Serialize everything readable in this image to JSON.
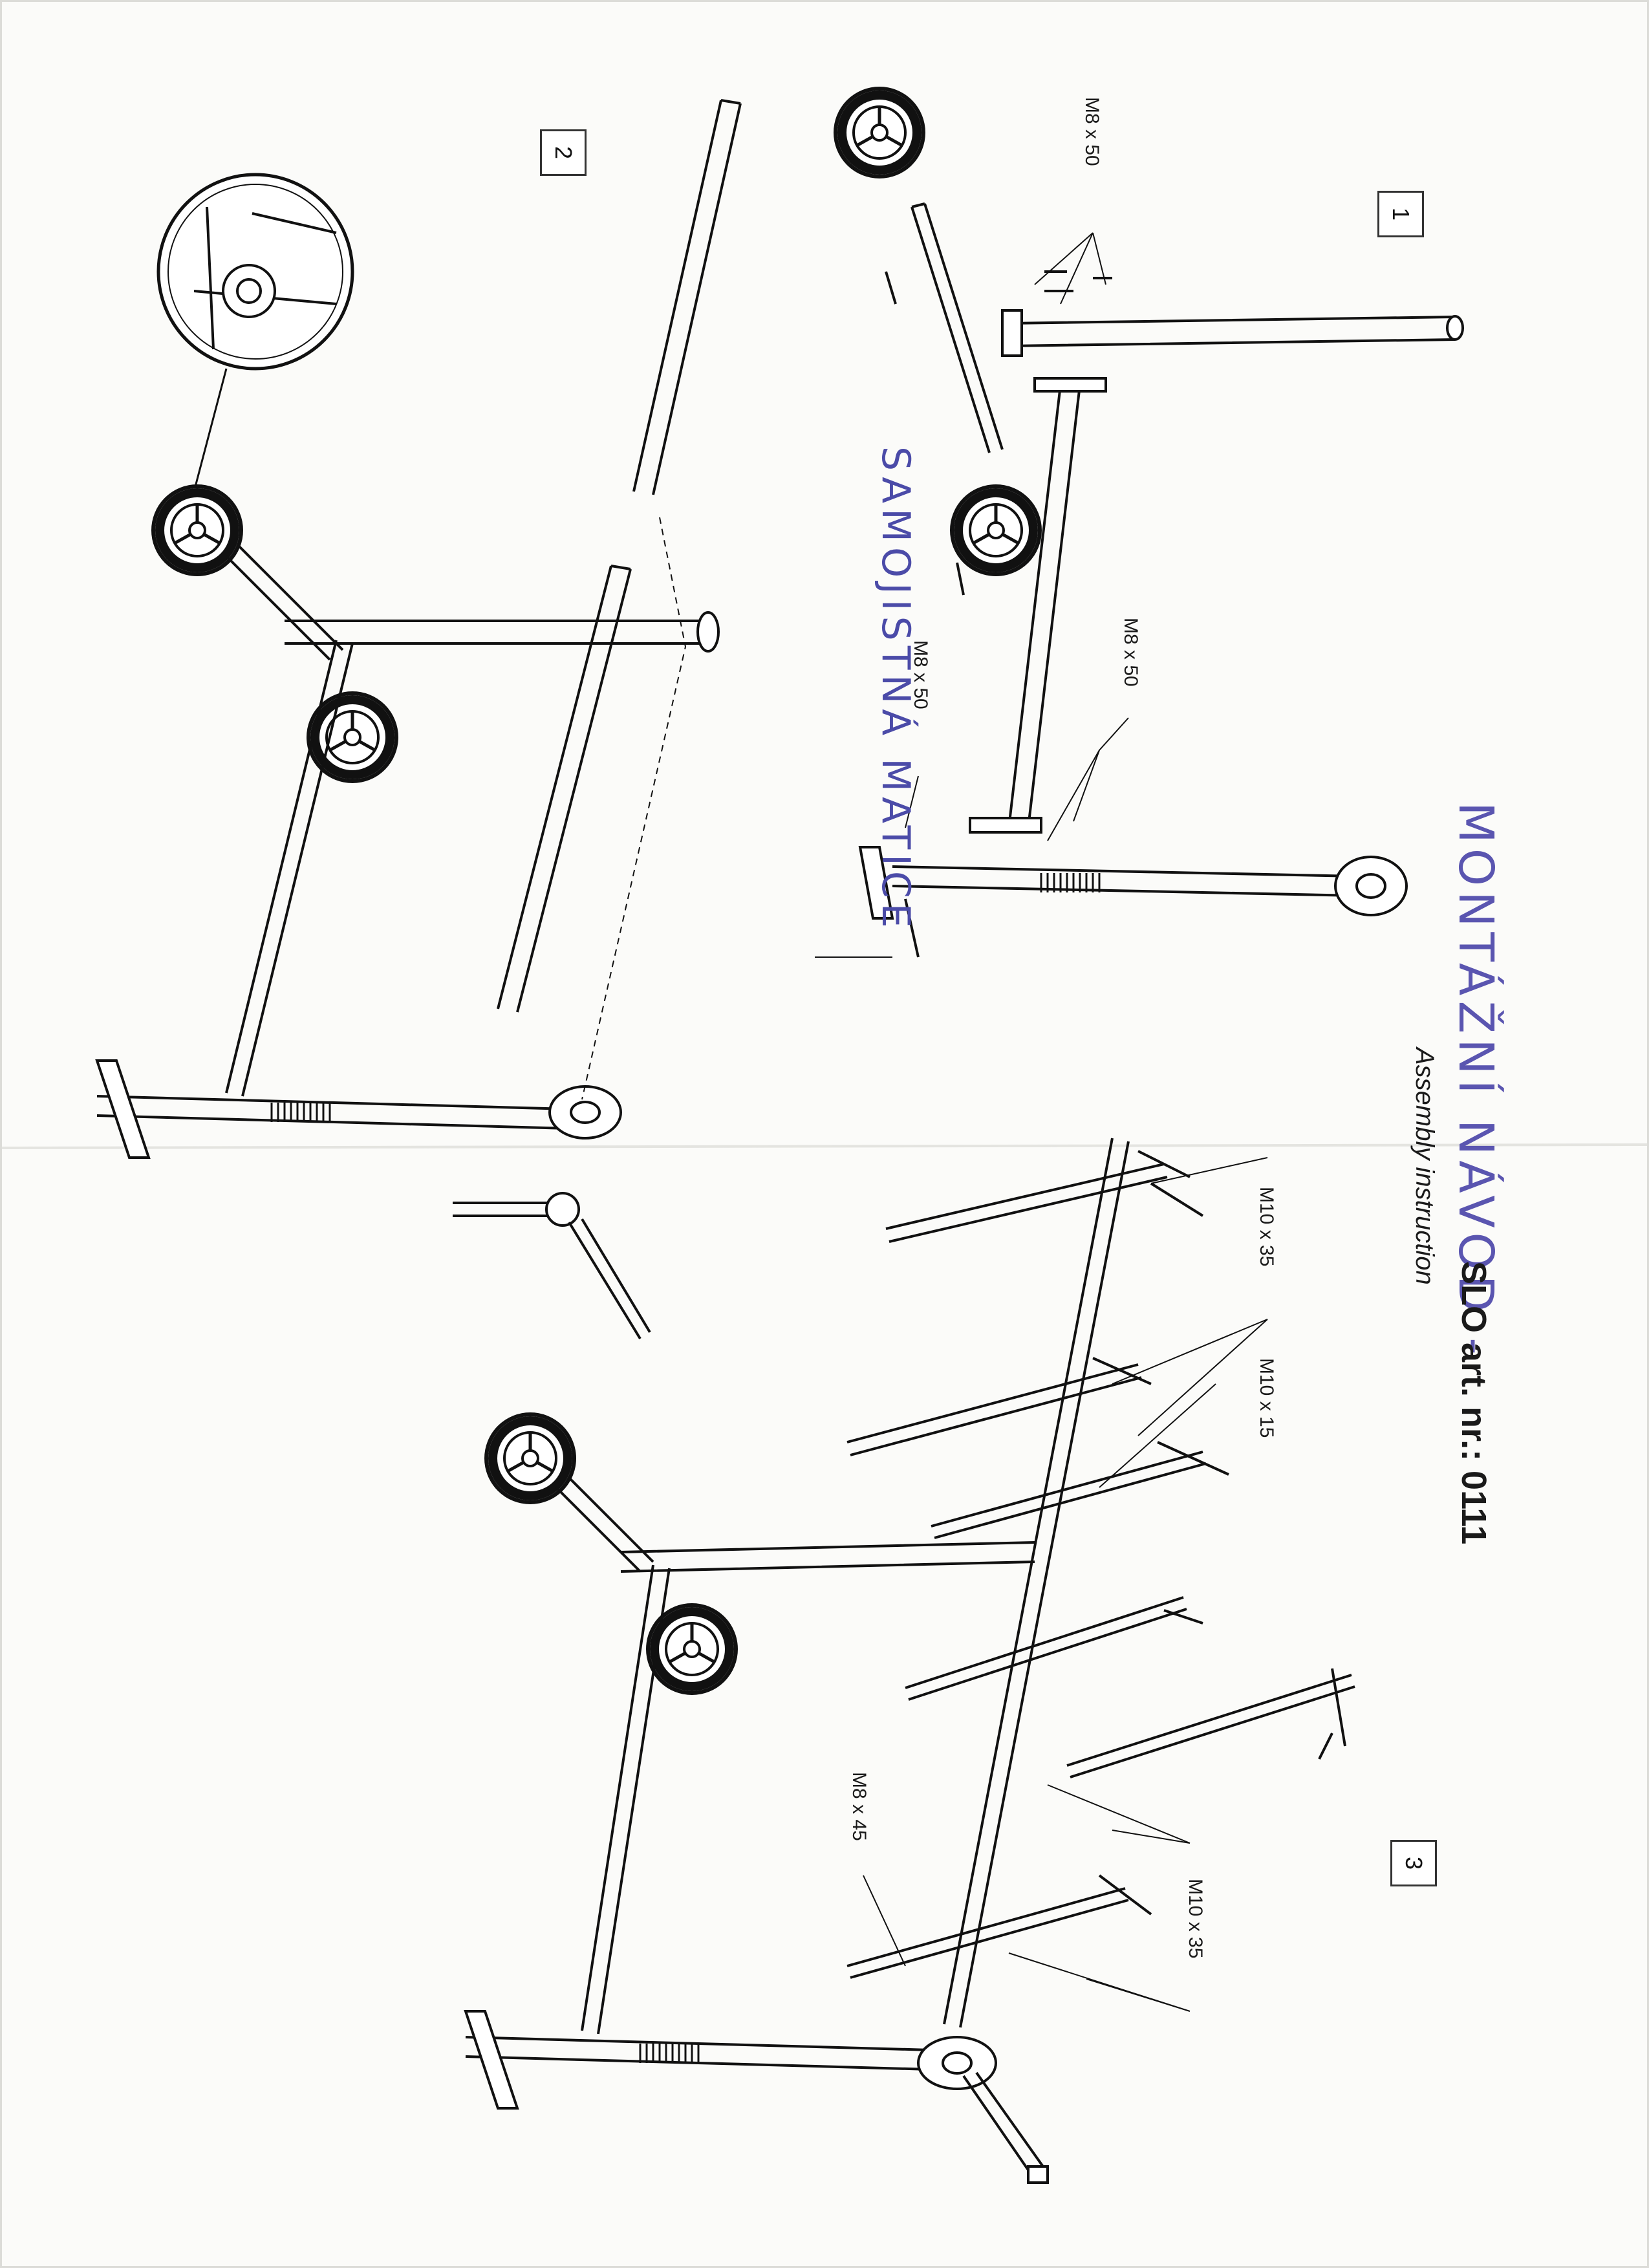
{
  "handwritten": {
    "title": "MONTÁŽNÍ NÁVOD -",
    "note": "SAMOJISTNÁ MATICE"
  },
  "header": {
    "article": "SLO art. nr.: 0111",
    "subtitle": "Assembly instruction"
  },
  "steps": [
    {
      "number": "1"
    },
    {
      "number": "2"
    },
    {
      "number": "3"
    }
  ],
  "labels": {
    "step1_m8x50_top": "M8 x 50",
    "step1_m8x50_mid": "M8 x 50",
    "step1_m8x50_lower": "M8 x 50",
    "step3_m10x35_top": "M10 x 35",
    "step3_m10x15": "M10 x 15",
    "step3_m8x45": "M8 x 45",
    "step3_m10x35_bottom": "M10 x 35"
  }
}
